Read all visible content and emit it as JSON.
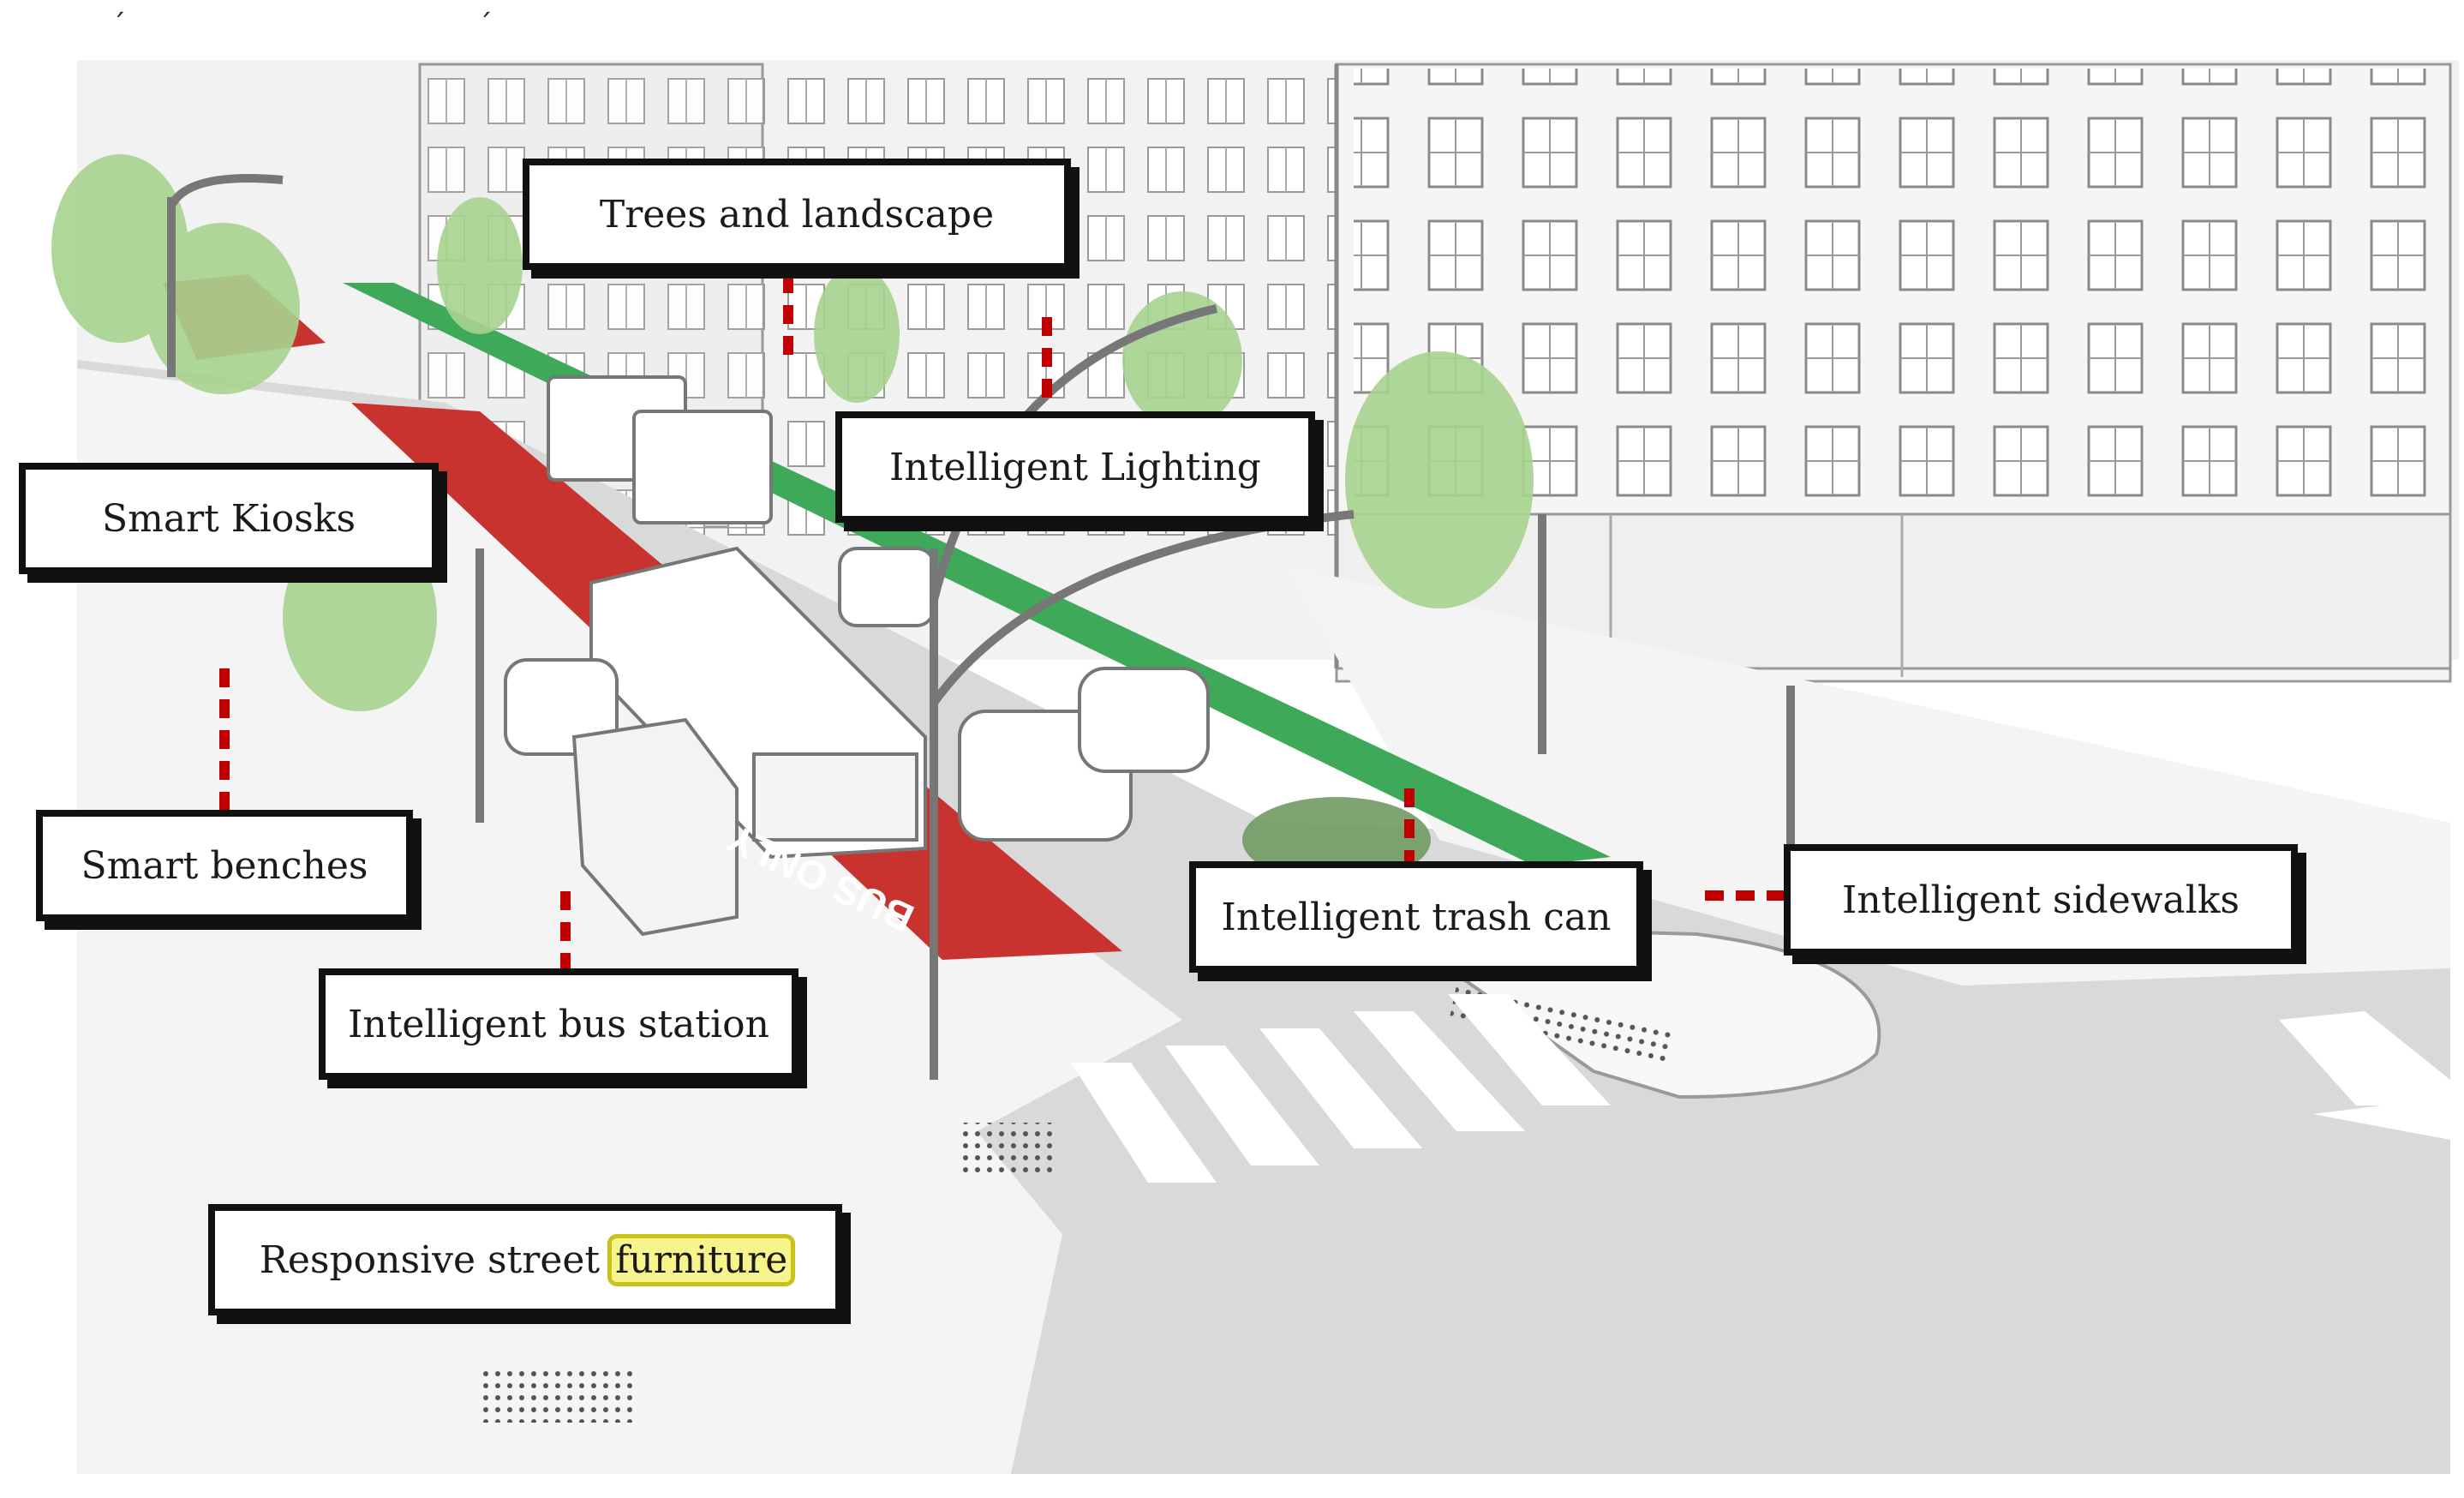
{
  "colors": {
    "leader": "#c00000",
    "bus_lane": "#c8332f",
    "bike_lane": "#3fa95a",
    "tree": "#a7d38f",
    "highlight": "#f6f48a"
  },
  "labels": {
    "trees": "Trees and landscape",
    "lighting": "Intelligent Lighting",
    "kiosks": "Smart Kiosks",
    "benches": "Smart benches",
    "bus_station": "Intelligent bus station",
    "trash": "Intelligent trash can",
    "sidewalks": "Intelligent sidewalks",
    "furniture_prefix": "Responsive street ",
    "furniture_highlight": "furniture"
  },
  "bus_lane_text": "BUS ONLY"
}
